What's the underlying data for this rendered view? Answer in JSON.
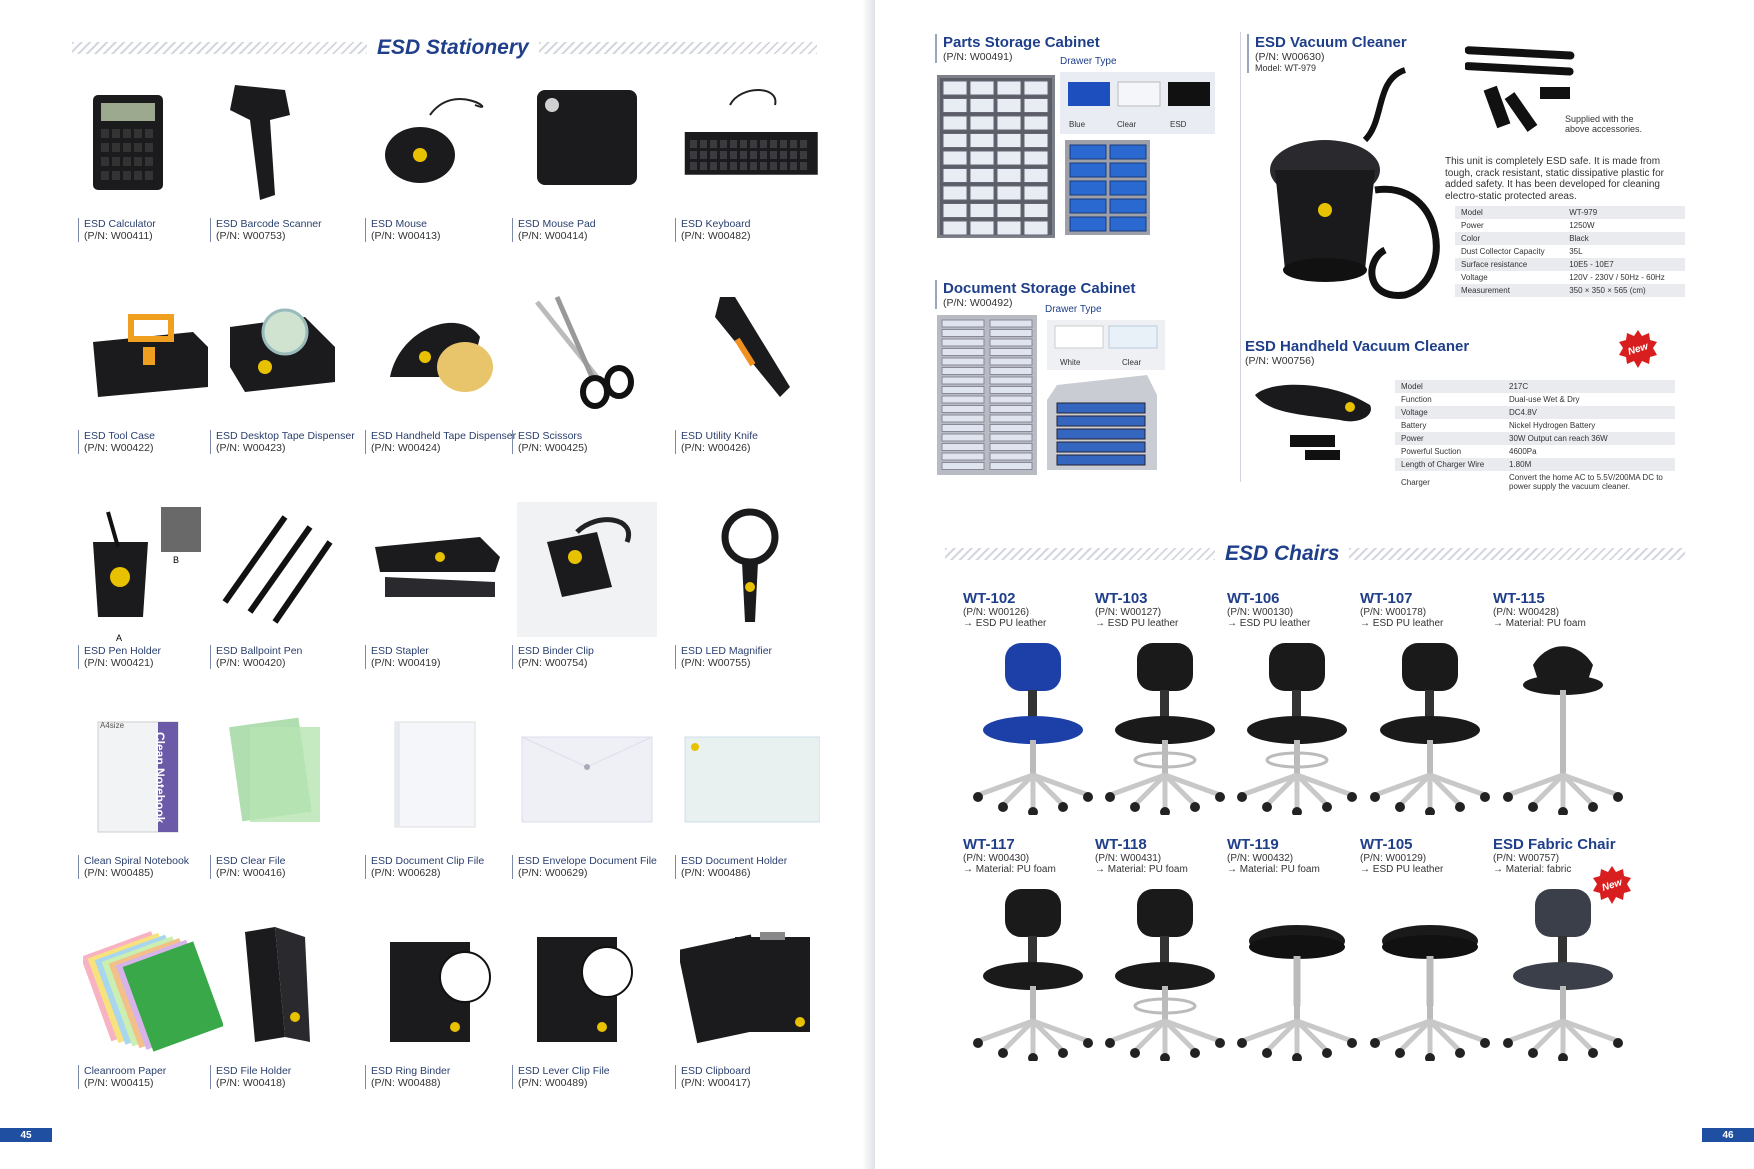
{
  "left_page": {
    "section_title": "ESD Stationery",
    "page_number": "45",
    "items": [
      {
        "name": "ESD Calculator",
        "pn": "(P/N: W00411)",
        "icon": "calculator-icon"
      },
      {
        "name": "ESD Barcode Scanner",
        "pn": "(P/N: W00753)",
        "icon": "barcode-scanner-icon"
      },
      {
        "name": "ESD Mouse",
        "pn": "(P/N: W00413)",
        "icon": "mouse-icon"
      },
      {
        "name": "ESD Mouse Pad",
        "pn": "(P/N: W00414)",
        "icon": "mouse-pad-icon"
      },
      {
        "name": "ESD Keyboard",
        "pn": "(P/N: W00482)",
        "icon": "keyboard-icon"
      },
      {
        "name": "ESD Tool Case",
        "pn": "(P/N: W00422)",
        "icon": "tool-case-icon"
      },
      {
        "name": "ESD Desktop Tape Dispenser",
        "pn": "(P/N: W00423)",
        "icon": "tape-dispenser-icon"
      },
      {
        "name": "ESD Handheld Tape Dispenser",
        "pn": "(P/N: W00424)",
        "icon": "handheld-tape-dispenser-icon"
      },
      {
        "name": "ESD Scissors",
        "pn": "(P/N: W00425)",
        "icon": "scissors-icon"
      },
      {
        "name": "ESD Utility Knife",
        "pn": "(P/N: W00426)",
        "icon": "utility-knife-icon"
      },
      {
        "name": "ESD Pen Holder",
        "pn": "(P/N: W00421)",
        "icon": "pen-holder-icon"
      },
      {
        "name": "ESD Ballpoint Pen",
        "pn": "(P/N: W00420)",
        "icon": "ballpoint-pen-icon"
      },
      {
        "name": "ESD Stapler",
        "pn": "(P/N: W00419)",
        "icon": "stapler-icon"
      },
      {
        "name": "ESD Binder Clip",
        "pn": "(P/N: W00754)",
        "icon": "binder-clip-icon"
      },
      {
        "name": "ESD LED Magnifier",
        "pn": "(P/N: W00755)",
        "icon": "magnifier-icon"
      },
      {
        "name": "Clean Spiral Notebook",
        "pn": "(P/N: W00485)",
        "icon": "notebook-icon"
      },
      {
        "name": "ESD Clear File",
        "pn": "(P/N: W00416)",
        "icon": "clear-file-icon"
      },
      {
        "name": "ESD Document Clip File",
        "pn": "(P/N: W00628)",
        "icon": "clip-file-icon"
      },
      {
        "name": "ESD Envelope Document File",
        "pn": "(P/N: W00629)",
        "icon": "envelope-file-icon"
      },
      {
        "name": "ESD Document Holder",
        "pn": "(P/N: W00486)",
        "icon": "document-holder-icon"
      },
      {
        "name": "Cleanroom Paper",
        "pn": "(P/N: W00415)",
        "icon": "paper-icon"
      },
      {
        "name": "ESD File Holder",
        "pn": "(P/N: W00418)",
        "icon": "file-holder-icon"
      },
      {
        "name": "ESD Ring Binder",
        "pn": "(P/N: W00488)",
        "icon": "ring-binder-icon"
      },
      {
        "name": "ESD Lever Clip File",
        "pn": "(P/N: W00489)",
        "icon": "lever-clip-file-icon"
      },
      {
        "name": "ESD Clipboard",
        "pn": "(P/N: W00417)",
        "icon": "clipboard-icon"
      }
    ],
    "pen_holder_labels": {
      "a": "A",
      "b": "B"
    },
    "notebook_cover_text": "Clean Notebook",
    "notebook_size_text": "A4size"
  },
  "right_page": {
    "page_number": "46",
    "parts_cabinet": {
      "title": "Parts Storage Cabinet",
      "pn": "(P/N: W00491)",
      "drawer_type": "Drawer Type",
      "drawers": [
        "Blue",
        "Clear",
        "ESD"
      ]
    },
    "document_cabinet": {
      "title": "Document Storage Cabinet",
      "pn": "(P/N: W00492)",
      "drawer_type": "Drawer Type",
      "drawers": [
        "White",
        "Clear"
      ]
    },
    "vacuum": {
      "title": "ESD Vacuum Cleaner",
      "pn": "(P/N: W00630)",
      "model": "Model: WT-979",
      "accessories_note": "Supplied with the above accessories.",
      "description": "This unit is completely ESD safe. It is made from tough, crack resistant, static dissipative plastic for added safety. It has been developed for cleaning electro-static protected areas.",
      "specs": [
        [
          "Model",
          "WT-979"
        ],
        [
          "Power",
          "1250W"
        ],
        [
          "Color",
          "Black"
        ],
        [
          "Dust Collector Capacity",
          "35L"
        ],
        [
          "Surface resistance",
          "10E5 - 10E7"
        ],
        [
          "Voltage",
          "120V - 230V   /   50Hz - 60Hz"
        ],
        [
          "Measurement",
          "350 × 350 × 565 (cm)"
        ]
      ]
    },
    "handheld_vacuum": {
      "title": "ESD Handheld Vacuum Cleaner",
      "pn": "(P/N: W00756)",
      "badge": "New",
      "specs": [
        [
          "Model",
          "217C"
        ],
        [
          "Function",
          "Dual-use Wet & Dry"
        ],
        [
          "Voltage",
          "DC4.8V"
        ],
        [
          "Battery",
          "Nickel Hydrogen Battery"
        ],
        [
          "Power",
          "30W Output can reach 36W"
        ],
        [
          "Powerful Suction",
          "4600Pa"
        ],
        [
          "Length of Charger Wire",
          "1.80M"
        ],
        [
          "Charger",
          "Convert the home AC to 5.5V/200MA DC to power supply the vacuum cleaner."
        ]
      ]
    },
    "chairs_title": "ESD Chairs",
    "chairs": [
      {
        "model": "WT-102",
        "pn": "(P/N: W00126)",
        "material": "→ ESD PU leather",
        "color": "#1c3fa8",
        "type": "backrest"
      },
      {
        "model": "WT-103",
        "pn": "(P/N: W00127)",
        "material": "→ ESD PU leather",
        "color": "#1a1a1a",
        "type": "backrest-ring"
      },
      {
        "model": "WT-106",
        "pn": "(P/N: W00130)",
        "material": "→ ESD PU leather",
        "color": "#1a1a1a",
        "type": "backrest-ring"
      },
      {
        "model": "WT-107",
        "pn": "(P/N: W00178)",
        "material": "→ ESD PU leather",
        "color": "#1a1a1a",
        "type": "backrest"
      },
      {
        "model": "WT-115",
        "pn": "(P/N: W00428)",
        "material": "→ Material: PU foam",
        "color": "#1a1a1a",
        "type": "saddle"
      },
      {
        "model": "WT-117",
        "pn": "(P/N: W00430)",
        "material": "→ Material: PU foam",
        "color": "#1a1a1a",
        "type": "backrest"
      },
      {
        "model": "WT-118",
        "pn": "(P/N: W00431)",
        "material": "→ Material: PU foam",
        "color": "#1a1a1a",
        "type": "backrest-ring"
      },
      {
        "model": "WT-119",
        "pn": "(P/N: W00432)",
        "material": "→ Material: PU foam",
        "color": "#1a1a1a",
        "type": "stool"
      },
      {
        "model": "WT-105",
        "pn": "(P/N: W00129)",
        "material": "→ ESD PU leather",
        "color": "#1a1a1a",
        "type": "stool"
      },
      {
        "model": "ESD Fabric Chair",
        "pn": "(P/N: W00757)",
        "material": "→ Material: fabric",
        "color": "#3a3f4a",
        "type": "backrest",
        "badge": "New"
      }
    ]
  }
}
